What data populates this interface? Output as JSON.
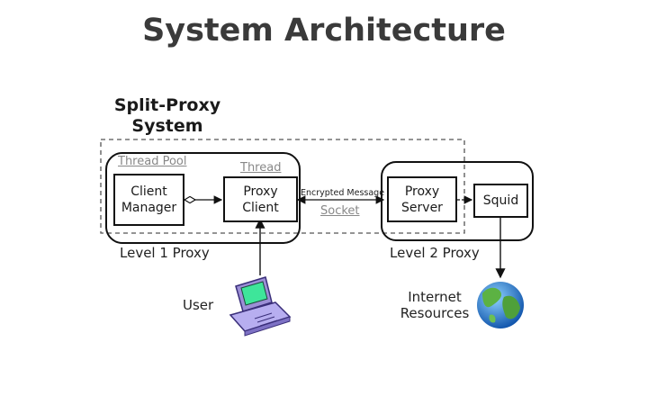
{
  "title": "System Architecture",
  "split_proxy_system": {
    "line1": "Split-Proxy",
    "line2": "System"
  },
  "labels": {
    "thread_pool": "Thread Pool",
    "thread": "Thread",
    "level1": "Level 1 Proxy",
    "level2": "Level 2 Proxy",
    "encrypted_message": "Encrypted Message",
    "socket": "Socket",
    "user": "User",
    "internet_line1": "Internet",
    "internet_line2": "Resources"
  },
  "boxes": {
    "client_manager": {
      "line1": "Client",
      "line2": "Manager"
    },
    "proxy_client": {
      "line1": "Proxy",
      "line2": "Client"
    },
    "proxy_server": {
      "line1": "Proxy",
      "line2": "Server"
    },
    "squid": {
      "line1": "Squid"
    }
  },
  "icons": {
    "user": "computer-icon",
    "internet": "globe-icon"
  }
}
